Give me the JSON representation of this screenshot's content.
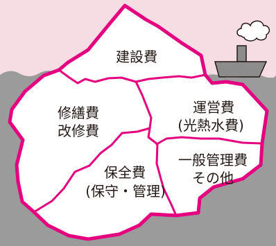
{
  "colors": {
    "sky": "#f6dde3",
    "sea": "#9b9b9b",
    "iceberg_fill": "#ffffff",
    "iceberg_outline": "#e4007f",
    "ship": "#8c8c8c",
    "text": "#231815"
  },
  "icons": [
    "ship-icon",
    "smoke-icon"
  ],
  "sections": {
    "construction": {
      "lines": [
        "建設費"
      ]
    },
    "repair": {
      "lines": [
        "修繕費",
        "改修費"
      ]
    },
    "operation": {
      "lines": [
        "運営費",
        "(光熱水費)"
      ]
    },
    "general_admin": {
      "lines": [
        "一般管理費",
        "その他"
      ]
    },
    "maintenance": {
      "lines": [
        "保全費",
        "(保守・管理)"
      ]
    }
  }
}
